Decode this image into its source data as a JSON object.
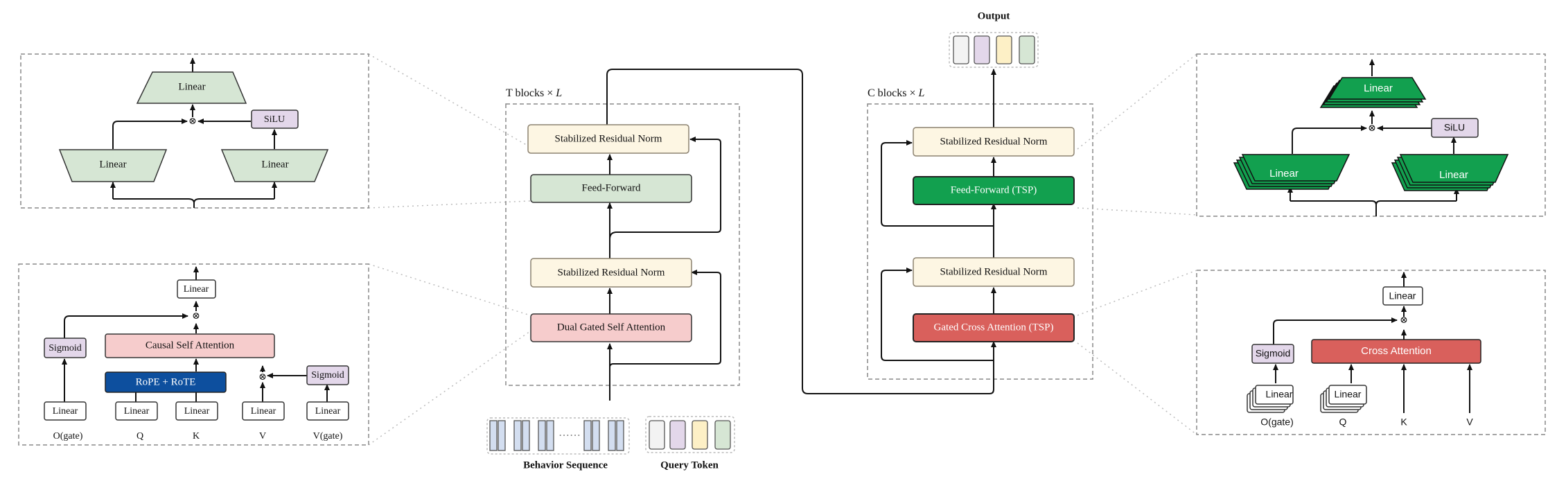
{
  "colors": {
    "green_light": "#d6e6d4",
    "green_dark": "#12a04f",
    "purple": "#e3d7ea",
    "cream": "#fdf6e3",
    "pink": "#f6cccc",
    "red": "#d9605c",
    "blue": "#0d4f9e",
    "token_blue": "#d3def0",
    "token_gray": "#f3f3f3",
    "token_yellow": "#fdf0c6",
    "token_green": "#d6e6d4"
  },
  "top": {
    "output_label": "Output"
  },
  "t_stack": {
    "title_prefix": "T blocks × ",
    "title_var": "L",
    "norm_top": "Stabilized Residual Norm",
    "ffn": "Feed-Forward",
    "norm_bottom": "Stabilized Residual Norm",
    "attention": "Dual Gated Self Attention"
  },
  "c_stack": {
    "title_prefix": "C blocks × ",
    "title_var": "L",
    "norm_top": "Stabilized Residual Norm",
    "ffn": "Feed-Forward (TSP)",
    "norm_bottom": "Stabilized Residual Norm",
    "attention": "Gated Cross Attention (TSP)"
  },
  "inputs": {
    "behavior_label": "Behavior Sequence",
    "behavior_dots": "······",
    "query_label": "Query Token"
  },
  "ffn_detail": {
    "linear_top": "Linear",
    "linear_left": "Linear",
    "linear_right": "Linear",
    "silu": "SiLU",
    "mult": "⊗"
  },
  "attn_detail": {
    "linear_out": "Linear",
    "mult": "⊗",
    "sigmoid_left": "Sigmoid",
    "causal": "Causal Self Attention",
    "rope": "RoPE + RoTE",
    "sigmoid_right": "Sigmoid",
    "mult_v": "⊗",
    "lin_o": "Linear",
    "lin_q": "Linear",
    "lin_k": "Linear",
    "lin_v": "Linear",
    "lin_vg": "Linear",
    "lbl_o": "O(gate)",
    "lbl_q": "Q",
    "lbl_k": "K",
    "lbl_v": "V",
    "lbl_vg": "V(gate)"
  },
  "tsp_ffn_detail": {
    "linear_top": "Linear",
    "linear_left": "Linear",
    "linear_right": "Linear",
    "silu": "SiLU",
    "mult": "⊗"
  },
  "cross_detail": {
    "linear_out": "Linear",
    "mult": "⊗",
    "sigmoid": "Sigmoid",
    "cross": "Cross  Attention",
    "lin_o": "Linear",
    "lin_q": "Linear",
    "lbl_o": "O(gate)",
    "lbl_q": "Q",
    "lbl_k": "K",
    "lbl_v": "V"
  }
}
